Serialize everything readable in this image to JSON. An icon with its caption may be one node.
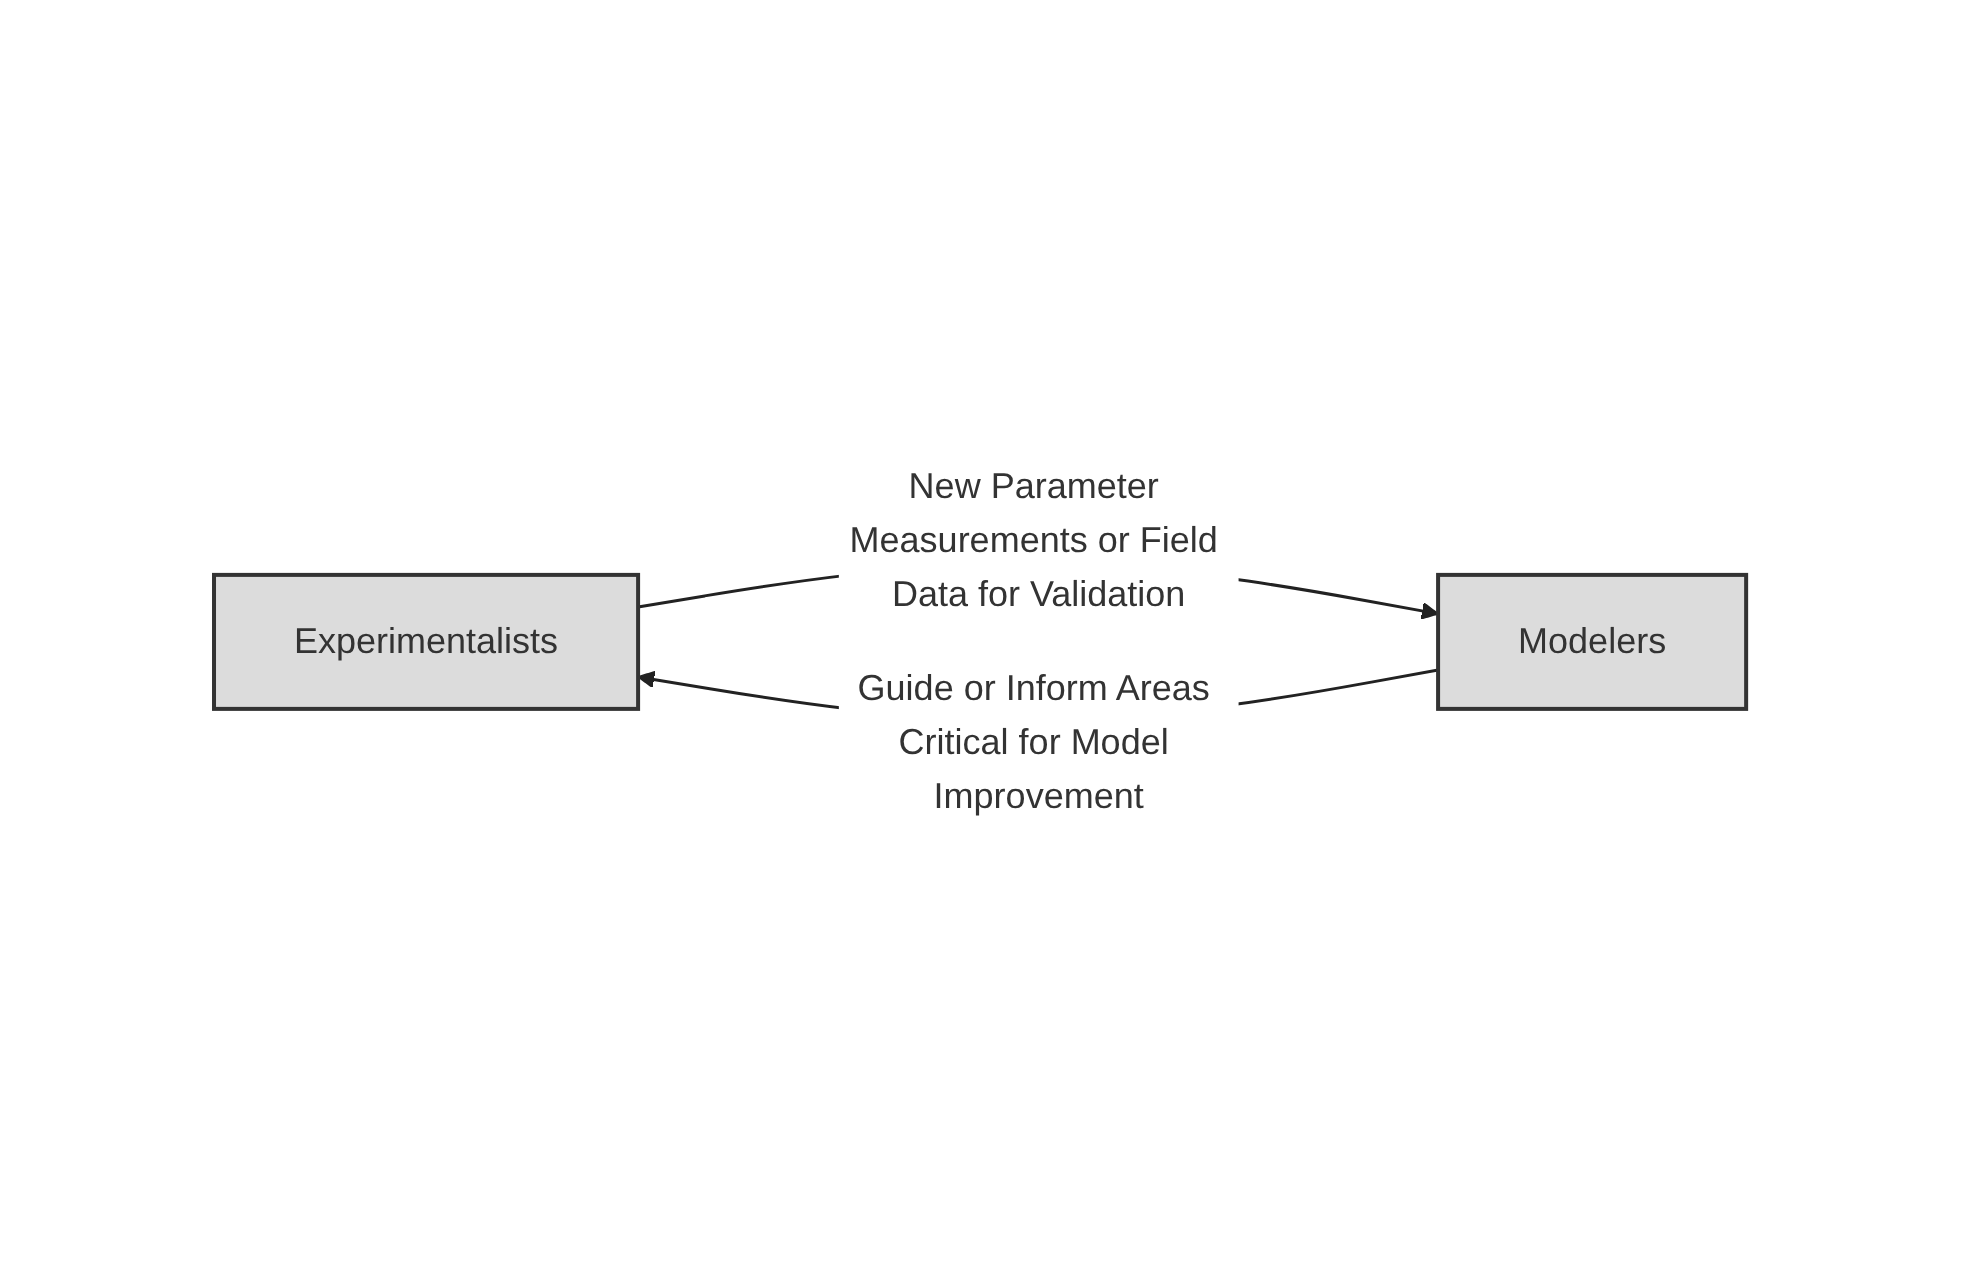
{
  "diagram": {
    "nodes": [
      {
        "text": [
          "Experimentalists"
        ]
      },
      {
        "text": [
          "Modelers"
        ]
      }
    ],
    "edges": [
      {
        "from": 0,
        "to": 1,
        "arrow": "to",
        "label": "New Parameter Measurements or Field Data for Validation"
      },
      {
        "from": 1,
        "to": 0,
        "arrow": "to",
        "label": "Guide or Inform Areas Critical for Model Improvement"
      }
    ]
  }
}
